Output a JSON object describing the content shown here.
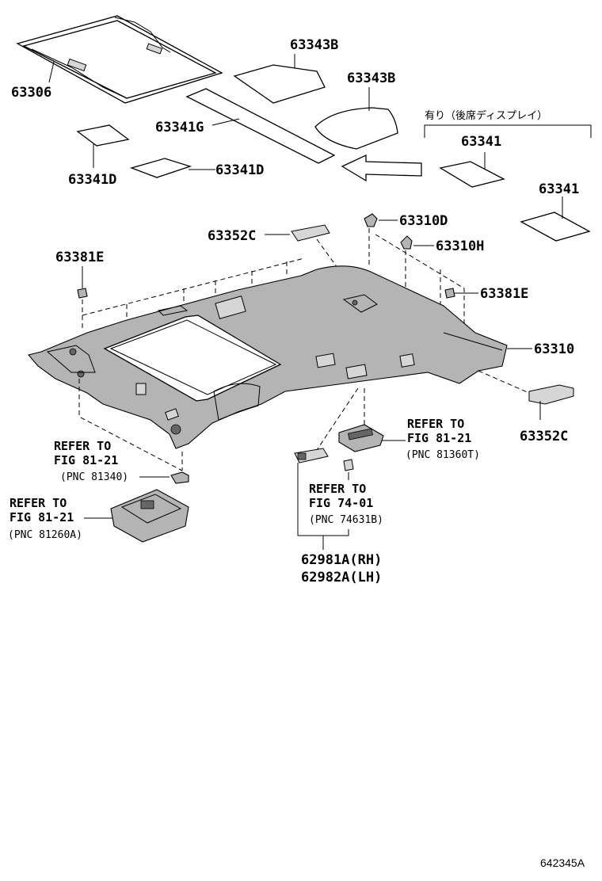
{
  "labels": {
    "p63306": "63306",
    "p63343b_1": "63343B",
    "p63343b_2": "63343B",
    "p63341g": "63341G",
    "p63341d_1": "63341D",
    "p63341d_2": "63341D",
    "option_note": "有り（後席ディスプレイ）",
    "p63341_1": "63341",
    "p63341_2": "63341",
    "p63352c_1": "63352C",
    "p63352c_2": "63352C",
    "p63310d": "63310D",
    "p63310h": "63310H",
    "p63381e_1": "63381E",
    "p63381e_2": "63381E",
    "p63310": "63310",
    "p62981a": "62981A(RH)",
    "p62982a": "62982A(LH)"
  },
  "references": {
    "ref1": {
      "line1": "REFER TO",
      "line2": "FIG 81-21",
      "pnc": "(PNC 81340)"
    },
    "ref2": {
      "line1": "REFER TO",
      "line2": "FIG 81-21",
      "pnc": "(PNC 81260A)"
    },
    "ref3": {
      "line1": "REFER TO",
      "line2": "FIG 81-21",
      "pnc": "(PNC 81360T)"
    },
    "ref4": {
      "line1": "REFER TO",
      "line2": "FIG 74-01",
      "pnc": "(PNC 74631B)"
    }
  },
  "figure_id": "642345A"
}
